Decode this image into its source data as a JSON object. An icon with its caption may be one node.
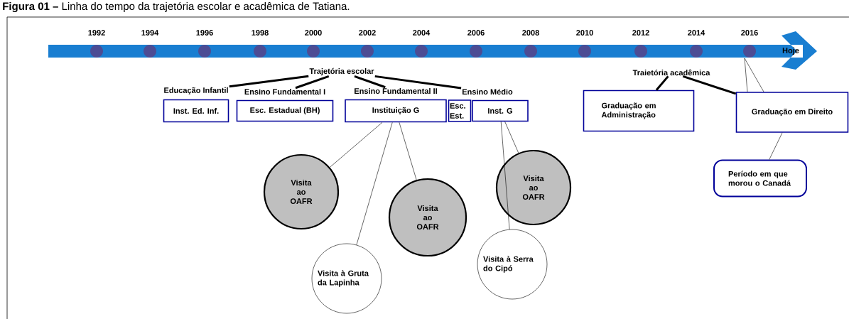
{
  "diagram": {
    "title": "**Figura 01 –** Linha do tempo da trajetória escolar e acadêmica de Tatiana.",
    "nodes": [
      {
        "text": [
          "Hoje"
        ]
      },
      {
        "text": [
          "Trajetória escolar"
        ]
      },
      {
        "text": [
          "Traietória acadêmica"
        ]
      },
      {
        "text": [
          "Educação Infantil",
          "Inst. Ed. Inf."
        ]
      },
      {
        "text": [
          "Ensino Fundamental I",
          "Esc. Estadual (BH)"
        ]
      },
      {
        "text": [
          "Ensino Fundamental II",
          "Instituição G"
        ]
      },
      {
        "text": [
          "Ensino Médio"
        ]
      },
      {
        "text": [
          "Esc. Est."
        ]
      },
      {
        "text": [
          "Inst. G"
        ]
      },
      {
        "text": [
          "Graduação em Administração"
        ]
      },
      {
        "text": [
          "Graduação em Direito"
        ]
      },
      {
        "text": [
          "Visita ao OAFR"
        ]
      },
      {
        "text": [
          "Visita à Gruta da Lapinha"
        ]
      },
      {
        "text": [
          "Visita ao OAFR"
        ]
      },
      {
        "text": [
          "Visita à Serra do Cipó"
        ]
      },
      {
        "text": [
          "Visita ao OAFR"
        ]
      },
      {
        "text": [
          "Período em que morou o Canadá"
        ]
      }
    ],
    "edges": [
      {
        "from": 1,
        "to": 3,
        "arrow": "none",
        "style": "thick"
      },
      {
        "from": 1,
        "to": 4,
        "arrow": "none",
        "style": "thick"
      },
      {
        "from": 1,
        "to": 5,
        "arrow": "none",
        "style": "thick"
      },
      {
        "from": 1,
        "to": 6,
        "arrow": "none",
        "style": "thick"
      },
      {
        "from": 2,
        "to": 9,
        "arrow": "none",
        "style": "thick"
      },
      {
        "from": 2,
        "to": 10,
        "arrow": "none",
        "style": "thick"
      },
      {
        "from": 0,
        "to": 10,
        "arrow": "none"
      },
      {
        "from": 5,
        "to": 11,
        "arrow": "none"
      },
      {
        "from": 5,
        "to": 12,
        "arrow": "none"
      },
      {
        "from": 5,
        "to": 13,
        "arrow": "none"
      },
      {
        "from": 8,
        "to": 14,
        "arrow": "none"
      },
      {
        "from": 8,
        "to": 15,
        "arrow": "none"
      },
      {
        "from": 10,
        "to": 16,
        "arrow": "none"
      }
    ],
    "labels": [
      "1992",
      "1994",
      "1996",
      "1998",
      "2000",
      "2002",
      "2004",
      "2006",
      "2008",
      "2010",
      "2012",
      "2014",
      "2016"
    ]
  }
}
